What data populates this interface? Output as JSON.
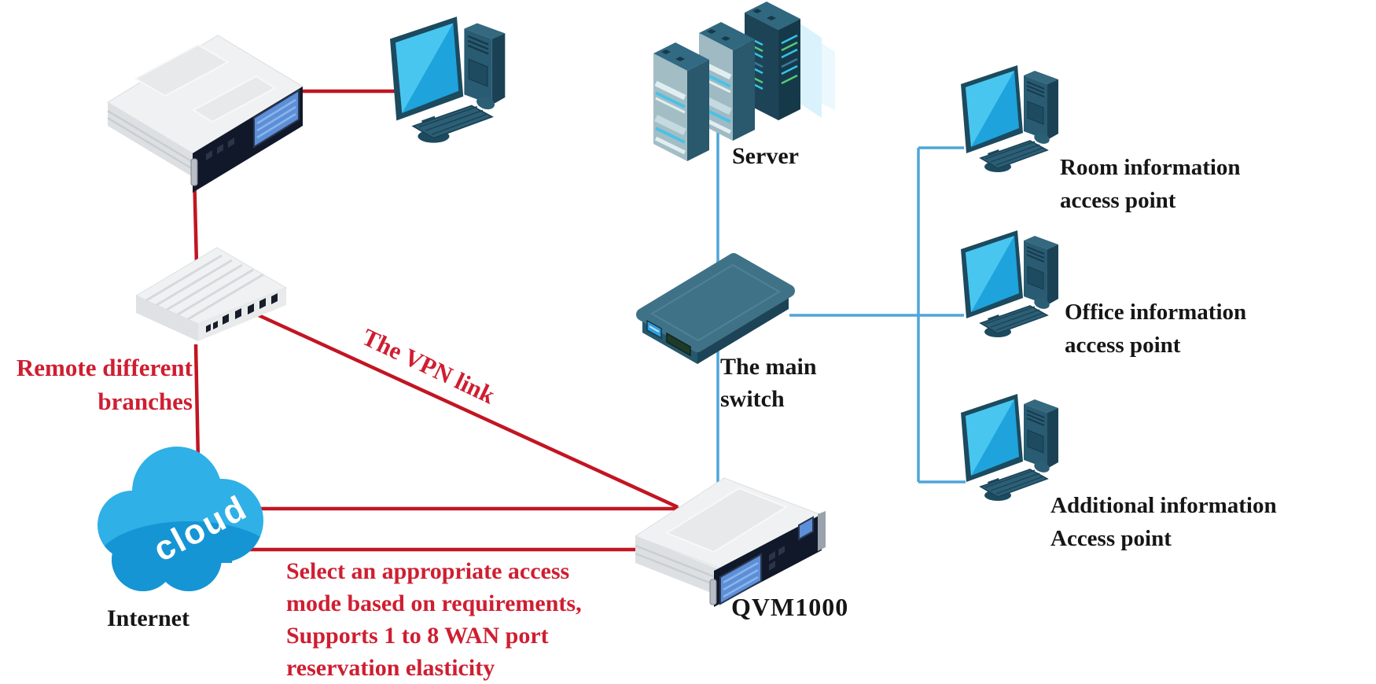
{
  "figure": {
    "type": "network-topology-diagram",
    "background": "#ffffff"
  },
  "labels": {
    "server": "Server",
    "main_switch": "The main\nswitch",
    "qvm": "QVM1000",
    "internet": "Internet",
    "cloud_text": "cloud",
    "remote_branches": "Remote different\nbranches",
    "vpn_link": "The VPN link",
    "wan_note": "Select an appropriate access\nmode based on requirements,\nSupports 1 to 8 WAN port\nreservation elasticity",
    "room_ap": "Room information\n access point",
    "office_ap": "Office information\naccess point",
    "additional_ap": "Additional information\nAccess point"
  },
  "colors": {
    "red_line": "#c21522",
    "red_text": "#cf1e31",
    "blue_line": "#4fa5d8",
    "black_text": "#161616",
    "cloud_blue": "#2fb0e6",
    "cloud_dark": "#1595d4",
    "screen_cyan": "#1ea3dc",
    "device_teal": "#295b72",
    "panel_dark": "#10182a",
    "lcd_blue": "#5d8fd8",
    "white_device": "#f0f1f2"
  },
  "nodes": [
    {
      "id": "branch-router",
      "icon": "rack-router-icon",
      "label": null
    },
    {
      "id": "branch-pc",
      "icon": "desktop-computer-icon",
      "label": null
    },
    {
      "id": "branch-switch",
      "icon": "ethernet-switch-icon",
      "label": "Remote different\nbranches"
    },
    {
      "id": "internet-cloud",
      "icon": "cloud-icon",
      "label": "Internet"
    },
    {
      "id": "server-racks",
      "icon": "server-racks-icon",
      "label": "Server"
    },
    {
      "id": "main-switch",
      "icon": "switch-box-icon",
      "label": "The main\nswitch"
    },
    {
      "id": "qvm1000",
      "icon": "rack-gateway-icon",
      "label": "QVM1000"
    },
    {
      "id": "room-ap",
      "icon": "desktop-computer-icon",
      "label": "Room information\n access point"
    },
    {
      "id": "office-ap",
      "icon": "desktop-computer-icon",
      "label": "Office information\naccess point"
    },
    {
      "id": "additional-ap",
      "icon": "desktop-computer-icon",
      "label": "Additional information\nAccess point"
    }
  ],
  "edges": [
    {
      "from": "branch-router",
      "to": "branch-pc",
      "color": "red"
    },
    {
      "from": "branch-router",
      "to": "branch-switch",
      "color": "red"
    },
    {
      "from": "branch-switch",
      "to": "internet-cloud",
      "color": "red"
    },
    {
      "from": "branch-switch",
      "to": "qvm1000",
      "color": "red",
      "label": "The VPN link"
    },
    {
      "from": "internet-cloud",
      "to": "qvm1000",
      "color": "red"
    },
    {
      "from": "internet-cloud",
      "to": "qvm1000",
      "color": "red"
    },
    {
      "from": "server-racks",
      "to": "main-switch",
      "color": "blue"
    },
    {
      "from": "main-switch",
      "to": "qvm1000",
      "color": "blue"
    },
    {
      "from": "main-switch",
      "to": "room-ap",
      "color": "blue"
    },
    {
      "from": "main-switch",
      "to": "office-ap",
      "color": "blue"
    },
    {
      "from": "main-switch",
      "to": "additional-ap",
      "color": "blue"
    }
  ]
}
